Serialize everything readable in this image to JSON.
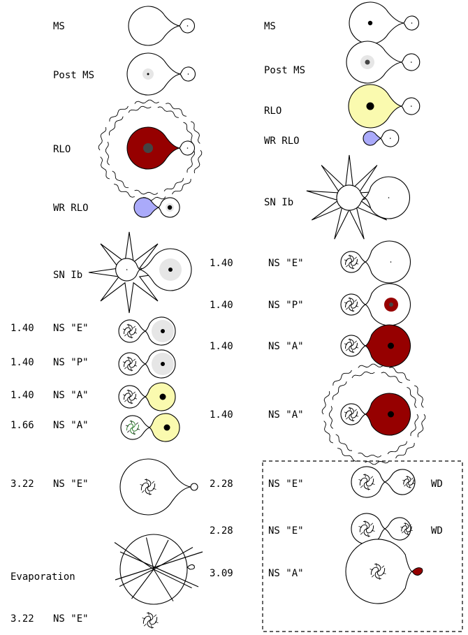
{
  "colors": {
    "rlo_red": "#960000",
    "rlo_yellow": "#fafaaf",
    "wr_blue": "#aaaafa",
    "core_grey": "#444444",
    "halo_grey": "#e6e6e6",
    "wd_red": "#960000"
  },
  "left_column": {
    "rows": [
      {
        "label": "MS"
      },
      {
        "label": "Post MS"
      },
      {
        "label": "RLO"
      },
      {
        "label": "WR RLO"
      },
      {
        "label": "SN Ib"
      },
      {
        "mass": "1.40",
        "label": "NS \"E\""
      },
      {
        "mass": "1.40",
        "label": "NS \"P\""
      },
      {
        "mass": "1.40",
        "label": "NS \"A\""
      },
      {
        "mass": "1.66",
        "label": "NS \"A\""
      },
      {
        "mass": "3.22",
        "label": "NS \"E\""
      },
      {
        "label": "Evaporation"
      },
      {
        "mass": "3.22",
        "label": "NS \"E\""
      }
    ]
  },
  "right_column": {
    "rows": [
      {
        "label": "MS"
      },
      {
        "label": "Post MS"
      },
      {
        "label": "RLO"
      },
      {
        "label": "WR RLO"
      },
      {
        "label": "SN Ib"
      },
      {
        "mass": "1.40",
        "label": "NS \"E\""
      },
      {
        "mass": "1.40",
        "label": "NS \"P\""
      },
      {
        "mass": "1.40",
        "label": "NS \"A\""
      },
      {
        "mass": "1.40",
        "label": "NS \"A\""
      },
      {
        "mass": "2.28",
        "label": "NS \"E\"",
        "companion": "WD"
      },
      {
        "mass": "2.28",
        "label": "NS \"E\"",
        "companion": "WD"
      },
      {
        "mass": "3.09",
        "label": "NS \"A\""
      }
    ]
  }
}
